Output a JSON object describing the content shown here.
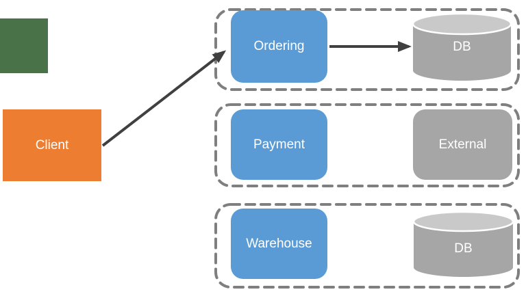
{
  "diagram": {
    "client": {
      "label": "Client"
    },
    "rows": [
      {
        "service": "Ordering",
        "store": "DB",
        "store_kind": "database-cylinder"
      },
      {
        "service": "Payment",
        "store": "External",
        "store_kind": "rounded-box"
      },
      {
        "service": "Warehouse",
        "store": "DB",
        "store_kind": "database-cylinder"
      }
    ],
    "arrows": [
      {
        "from": "Client",
        "to": "Ordering"
      },
      {
        "from": "Ordering",
        "to": "DB"
      }
    ]
  },
  "colors": {
    "service_blue": "#5b9bd5",
    "client_orange": "#ed7d31",
    "square_green": "#4a7248",
    "store_gray": "#a6a6a6",
    "cylinder_top_gray": "#c9c9c9",
    "group_dash_gray": "#7f7f7f",
    "arrow_dark": "#404040",
    "label_white": "#ffffff",
    "background": "#ffffff"
  }
}
